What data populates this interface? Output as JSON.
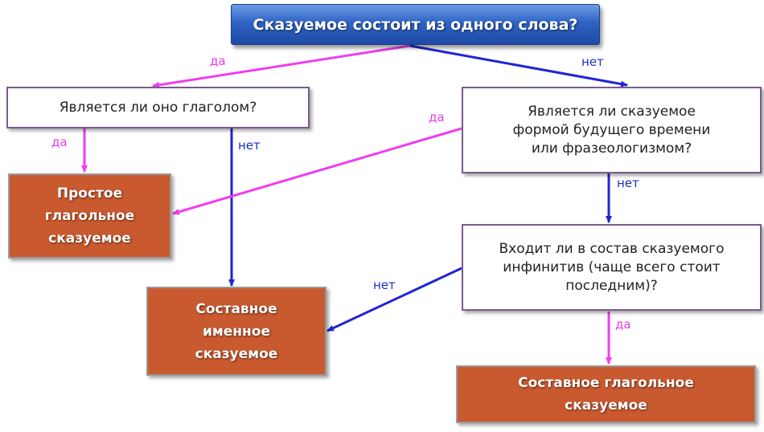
{
  "root_question": "Сказуемое состоит из одного слова?",
  "q_verb": "Является ли оно глаголом?",
  "q_future": "Является ли сказуемое\nформой будущего времени\nили фразеологизмом?",
  "q_infinitive": "Входит ли в состав сказуемого\nинфинитив  (чаще всего стоит\nпоследним)?",
  "result_simple": "Простое\nглагольное\nсказуемое",
  "result_nominal": "Составное\nименное\nсказуемое",
  "result_compound_verb": "Составное  глагольное\nсказуемое",
  "labels": {
    "yes": "да",
    "no": "нет"
  },
  "colors": {
    "yes_arrow": "#f03cf0",
    "no_arrow": "#1f25d6",
    "result_fill": "#c9592e",
    "root_fill": "#2f63c4"
  }
}
